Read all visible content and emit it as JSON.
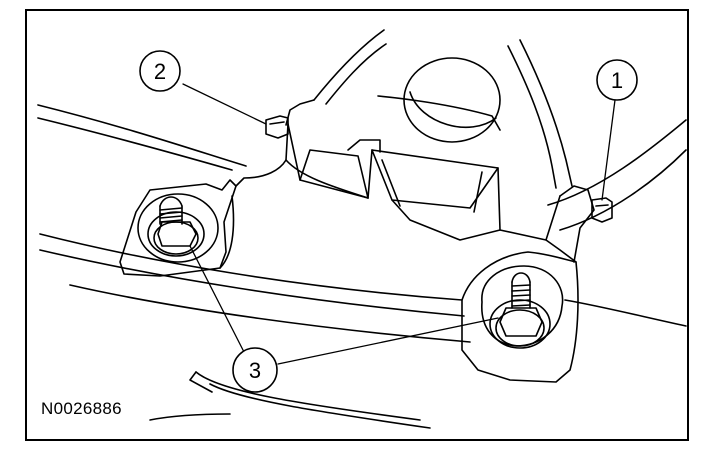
{
  "callouts": [
    {
      "label": "1"
    },
    {
      "label": "2"
    },
    {
      "label": "3"
    }
  ],
  "reference_code": "N0026886"
}
